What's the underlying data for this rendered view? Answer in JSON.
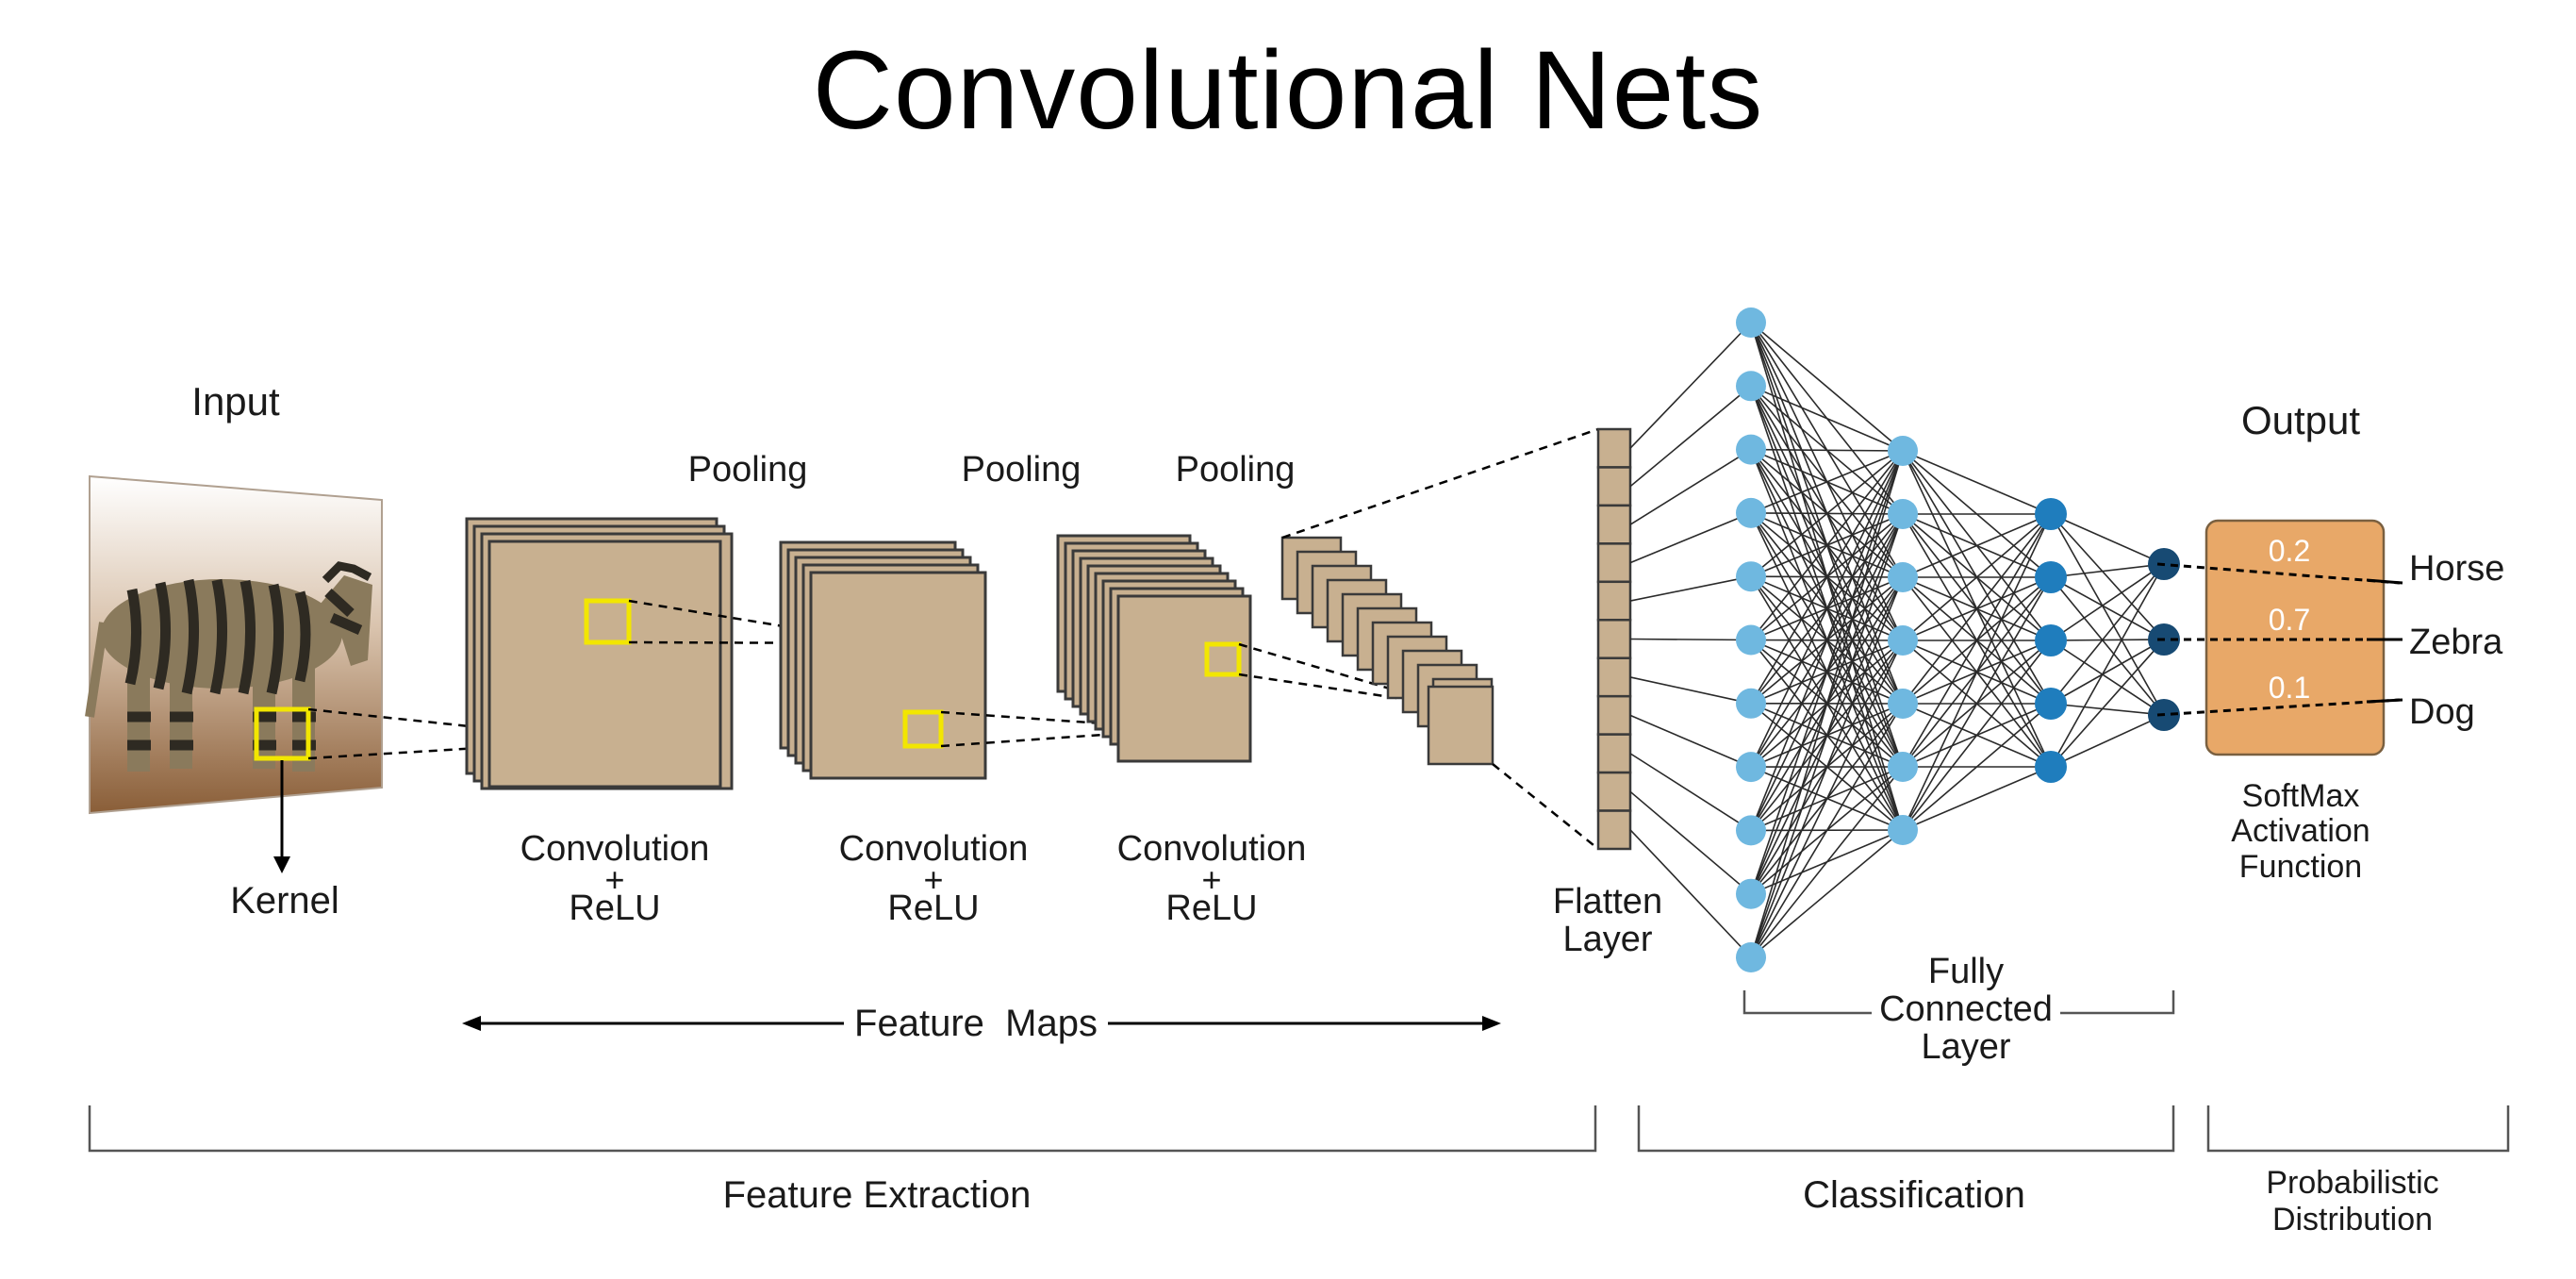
{
  "title": "Convolutional Nets",
  "labels": {
    "input": "Input",
    "kernel": "Kernel",
    "pooling": [
      "Pooling",
      "Pooling",
      "Pooling"
    ],
    "conv_line1": [
      "Convolution",
      "Convolution",
      "Convolution"
    ],
    "conv_plus": "+",
    "conv_line2": [
      "ReLU",
      "ReLU",
      "ReLU"
    ],
    "feature_maps": "Feature  Maps",
    "flatten": [
      "Flatten",
      "Layer"
    ],
    "fully_connected": [
      "Fully",
      "Connected",
      "Layer"
    ],
    "output": "Output",
    "softmax": [
      "SoftMax",
      "Activation",
      "Function"
    ],
    "feature_extraction": "Feature Extraction",
    "classification": "Classification",
    "probabilistic": [
      "Probabilistic",
      "Distribution"
    ]
  },
  "outputs": [
    {
      "value": "0.2",
      "label": "Horse"
    },
    {
      "value": "0.7",
      "label": "Zebra"
    },
    {
      "value": "0.1",
      "label": "Dog"
    }
  ],
  "network": {
    "flatten_cells": 11,
    "layer1_nodes": 11,
    "layer2_nodes": 7,
    "layer3_nodes": 5,
    "output_nodes": 3
  },
  "colors": {
    "map_fill": "#c8b090",
    "kernel": "#f2e600",
    "node_light": "#6fb8e0",
    "node_mid": "#1f7dbd",
    "node_dark": "#174a73",
    "softmax_box": "#e8a868",
    "flatten_cell": "#c8b090"
  }
}
